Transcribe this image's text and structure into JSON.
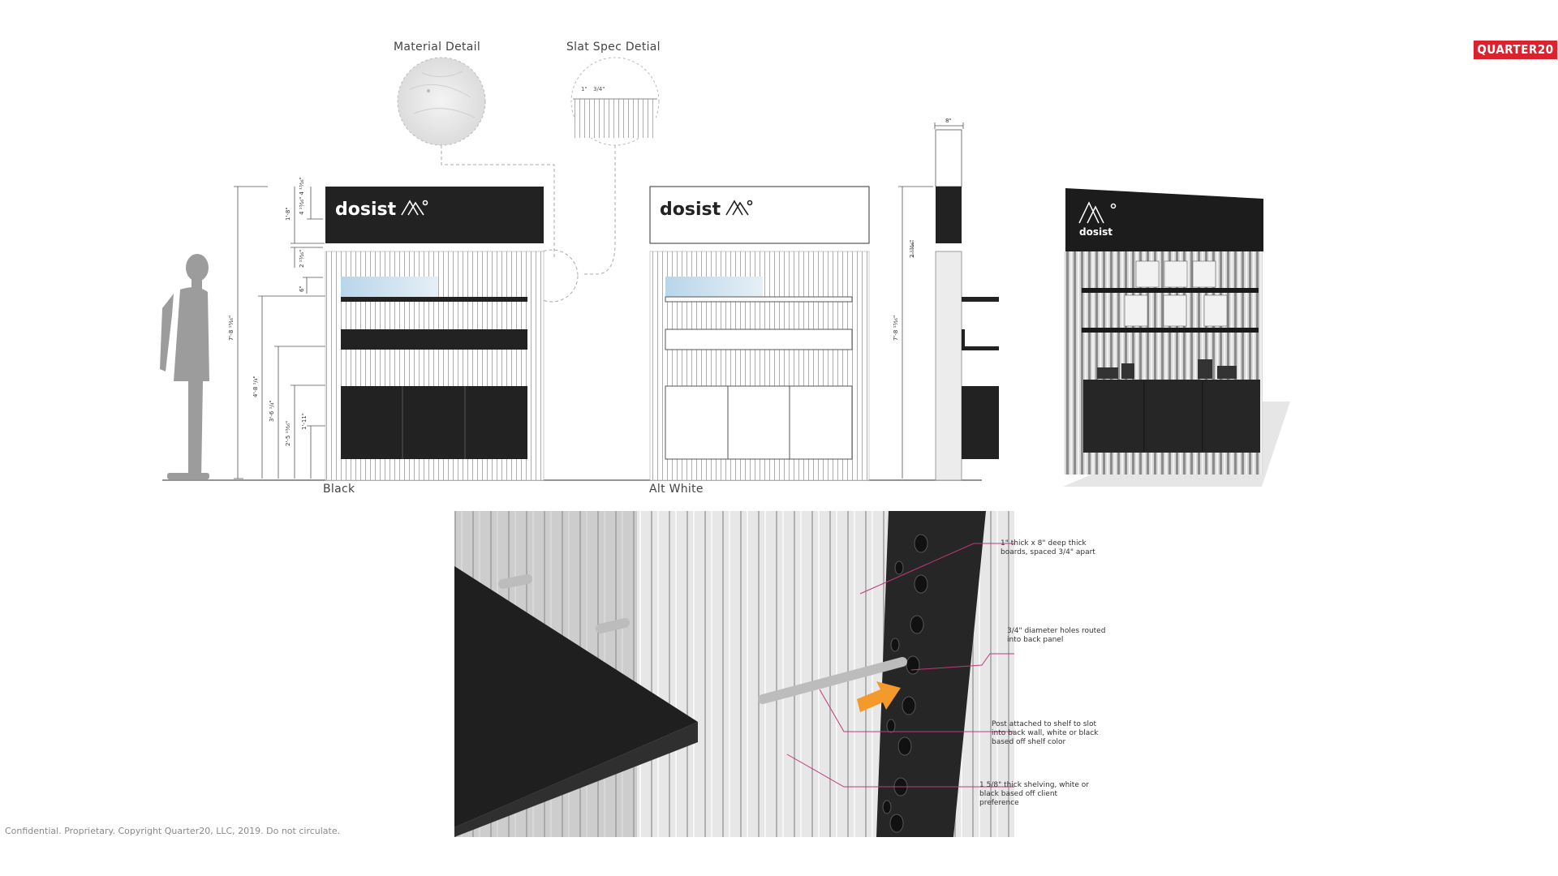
{
  "brand": {
    "logo_text": "QUARTER20"
  },
  "detail_labels": {
    "material": "Material Detail",
    "slat_spec": "Slat Spec Detial"
  },
  "slat_dims": {
    "a": "1\"",
    "b": "3/4\""
  },
  "sign_logo": "dosist",
  "elevations": {
    "black": "Black",
    "alt_white": "Alt White"
  },
  "dimensions": {
    "overall": "7'-8 ¹³⁄₁₆\"",
    "sign_height": "1'-8\"",
    "sign_sub": "4 ¹³⁄₁₆\" 4 ¹³⁄₁₆\"",
    "gap": "2 ¹³⁄₁₆\"",
    "top_shelf_gap": "6\"",
    "shelf1": "4'-8 ¹/₄\"",
    "shelf2": "3'-6 ¹/₄\"",
    "cabinet_top": "2'-5 ¹³⁄₁₆\"",
    "cabinet_h": "1'-11\"",
    "side_depth": "8\"",
    "side_gap": "2 ¹³⁄₁₆\"",
    "side_overall": "7'-8 ¹³⁄₁₆\""
  },
  "callouts": [
    "1\" thick x 8\" deep thick boards, spaced 3/4\" apart",
    "3/4\" diameter holes routed into back panel",
    "Post attached to shelf to slot into back wall, white or black based off shelf color",
    "1 5/8\" thick shelving, white or black based off client preference"
  ],
  "footer": "Confidential. Proprietary. Copyright Quarter20, LLC, 2019. Do not circulate.",
  "colors": {
    "brand_red": "#d9232e",
    "panel_dark": "#222222",
    "accent_orange": "#f39a2b",
    "callout_line": "#c0397a"
  }
}
